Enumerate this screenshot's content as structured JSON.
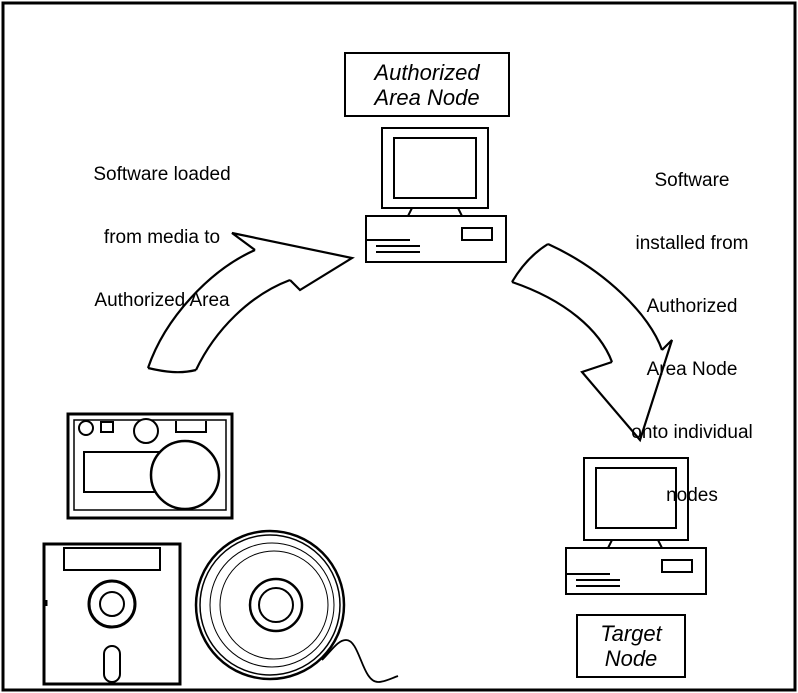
{
  "nodes": {
    "authorized_area": {
      "line1": "Authorized",
      "line2": "Area Node"
    },
    "target": {
      "line1": "Target",
      "line2": "Node"
    }
  },
  "notes": {
    "load": {
      "line1": "Software loaded",
      "line2": "from media to",
      "line3": "Authorized Area"
    },
    "install": {
      "line1": "Software",
      "line2": "installed from",
      "line3": "Authorized",
      "line4": "Area Node",
      "line5": "onto individual",
      "line6": "nodes"
    }
  },
  "colors": {
    "line": "#000000",
    "background": "#ffffff"
  }
}
